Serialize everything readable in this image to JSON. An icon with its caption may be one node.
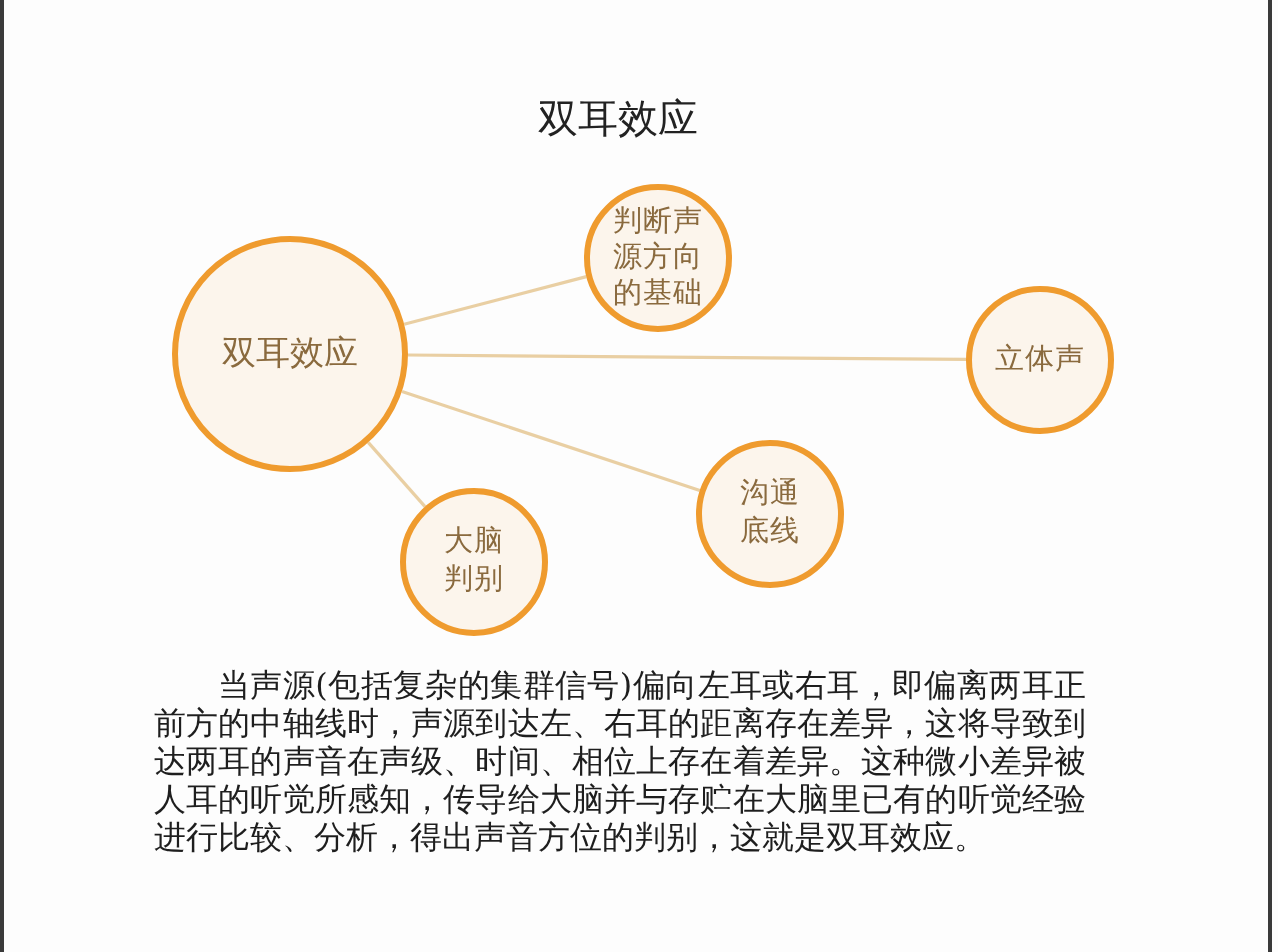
{
  "diagram": {
    "title": "双耳效应",
    "nodes": [
      {
        "text": [
          "双耳效应"
        ]
      },
      {
        "text": [
          "判断声源方向的基础"
        ]
      },
      {
        "text": [
          "立体声"
        ]
      },
      {
        "text": [
          "沟通底线"
        ]
      },
      {
        "text": [
          "大脑判别"
        ]
      }
    ],
    "edges": [
      {
        "from": 0,
        "to": 1,
        "arrow": "none"
      },
      {
        "from": 0,
        "to": 2,
        "arrow": "none"
      },
      {
        "from": 0,
        "to": 3,
        "arrow": "none"
      },
      {
        "from": 0,
        "to": 4,
        "arrow": "none"
      }
    ],
    "labels": [
      "当声源(包括复杂的集群信号)偏向左耳或右耳，即偏离两耳正前方的中轴线时，声源到达左、右耳的距离存在差异，这将导致到达两耳的声音在声级、时间、相位上存在着差异。这种微小差异被人耳的听觉所感知，传导给大脑并与存贮在大脑里已有的听觉经验进行比较、分析，得出声音方位的判别，这就是双耳效应。"
    ]
  }
}
